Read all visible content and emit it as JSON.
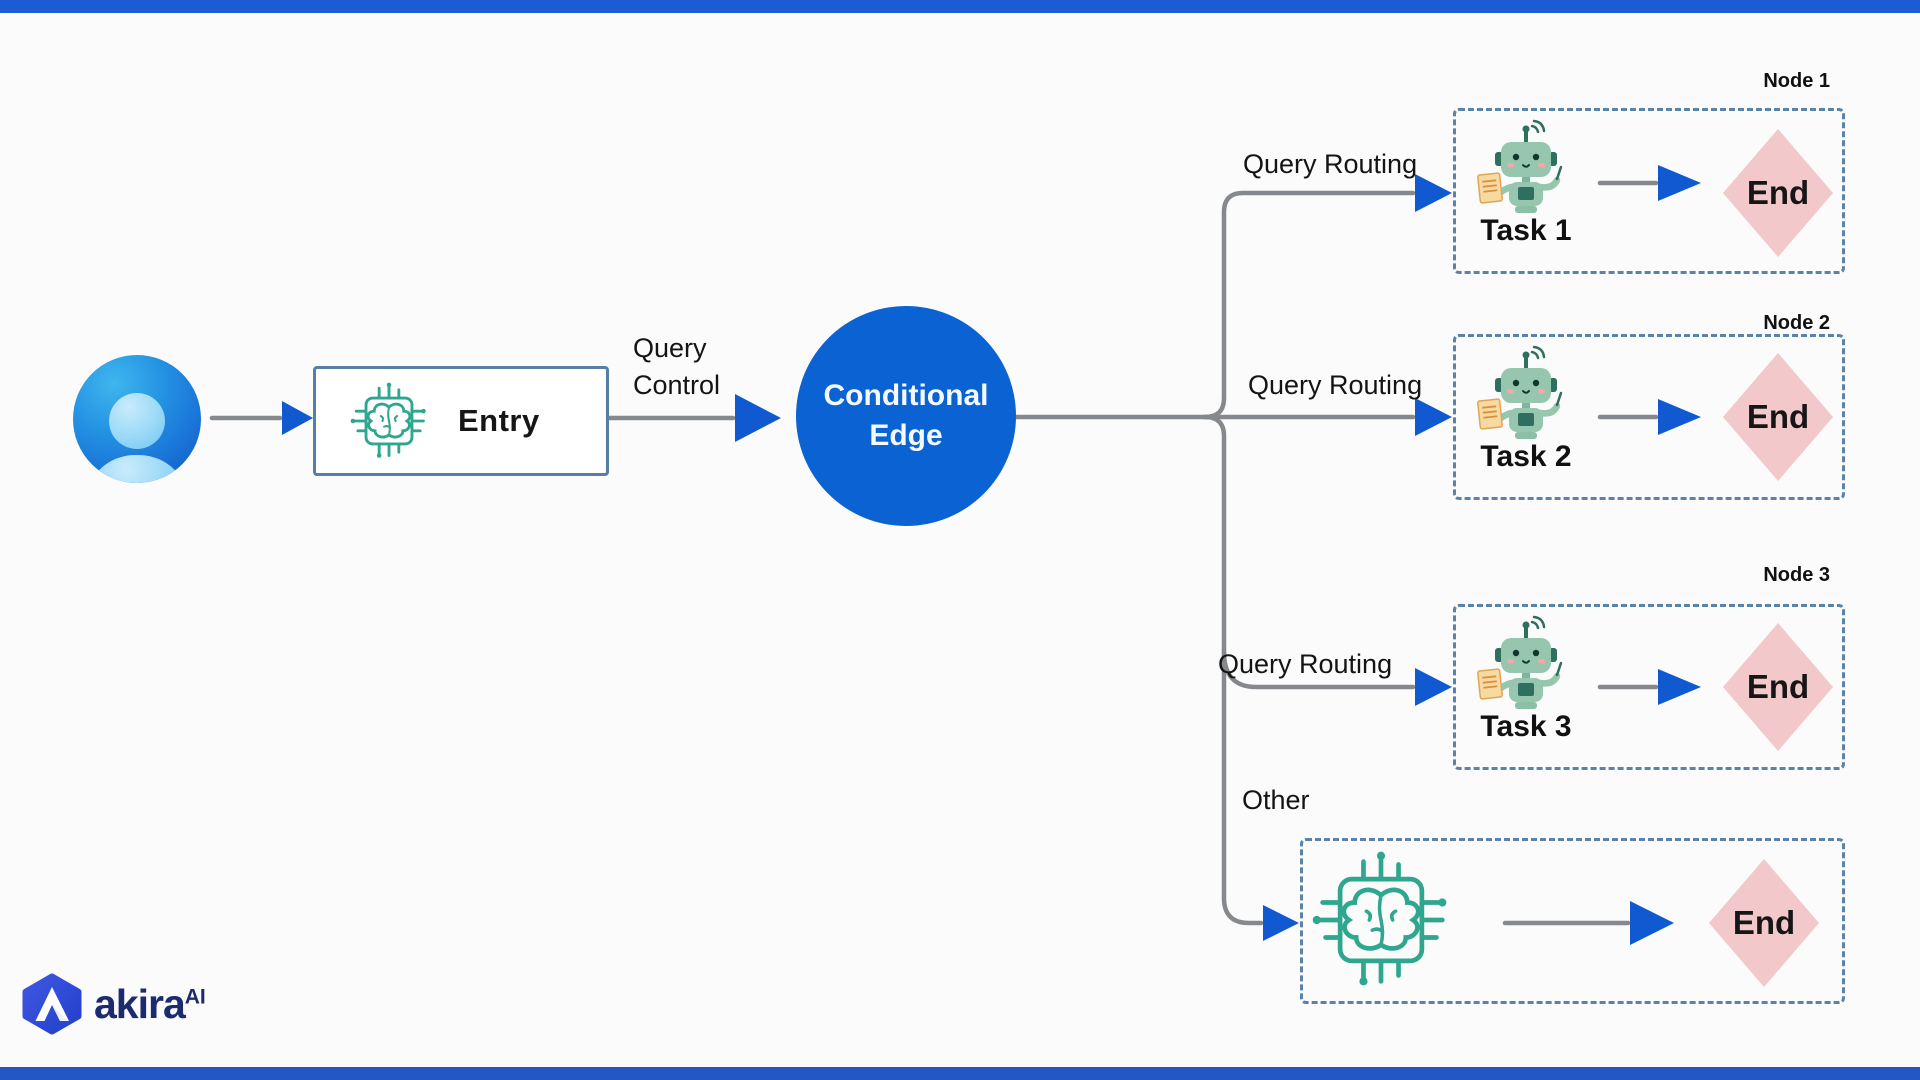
{
  "page": {
    "top_bar_color": "#1c5bd4",
    "bottom_bar_color": "#2257c5",
    "background": "#fbfbfc"
  },
  "colors": {
    "arrowhead_blue": "#1159d1",
    "circle_blue": "#0b62d2",
    "line_gray": "#85888c",
    "dashed_border_blue": "#5b82ab",
    "diamond_pink": "#f2c8ca",
    "icon_teal": "#2fa78e",
    "robot_green": "#97c6ae",
    "brand_navy": "#1c2b6e"
  },
  "diagram": {
    "user_icon": "user-avatar",
    "entry": {
      "label": "Entry"
    },
    "query_control": {
      "line1": "Query",
      "line2": "Control"
    },
    "conditional_edge": {
      "line1": "Conditional",
      "line2": "Edge"
    },
    "branches": [
      {
        "edge_label": "Query Routing",
        "node_label": "Node 1",
        "task_label": "Task 1",
        "end_label": "End"
      },
      {
        "edge_label": "Query Routing",
        "node_label": "Node 2",
        "task_label": "Task 2",
        "end_label": "End"
      },
      {
        "edge_label": "Query Routing",
        "node_label": "Node 3",
        "task_label": "Task 3",
        "end_label": "End"
      },
      {
        "edge_label": "Other",
        "end_label": "End"
      }
    ]
  },
  "footer": {
    "brand": "akira",
    "brand_sup": "AI"
  }
}
